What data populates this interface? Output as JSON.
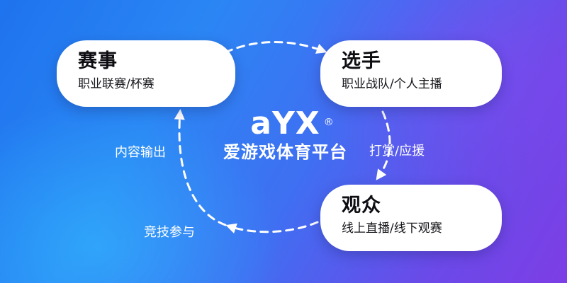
{
  "brand": {
    "logo": "aYX",
    "reg_mark": "®",
    "name": "爱游戏体育平台"
  },
  "nodes": {
    "events": {
      "title": "赛事",
      "subtitle": "职业联赛/杯赛"
    },
    "players": {
      "title": "选手",
      "subtitle": "职业战队/个人主播"
    },
    "audience": {
      "title": "观众",
      "subtitle": "线上直播/线下观赛"
    }
  },
  "edges": {
    "events_to_players": {
      "label": ""
    },
    "players_to_audience": {
      "label": "打赏/应援"
    },
    "audience_to_compete": {
      "label": "竞技参与"
    },
    "compete_to_events": {
      "label": "内容输出"
    }
  },
  "colors": {
    "background_start": "#1e73ee",
    "background_end": "#7d3ee6",
    "node_fill": "#ffffff",
    "text_dark": "#0d0d12",
    "text_light": "#ffffff",
    "connector": "#ffffff"
  }
}
